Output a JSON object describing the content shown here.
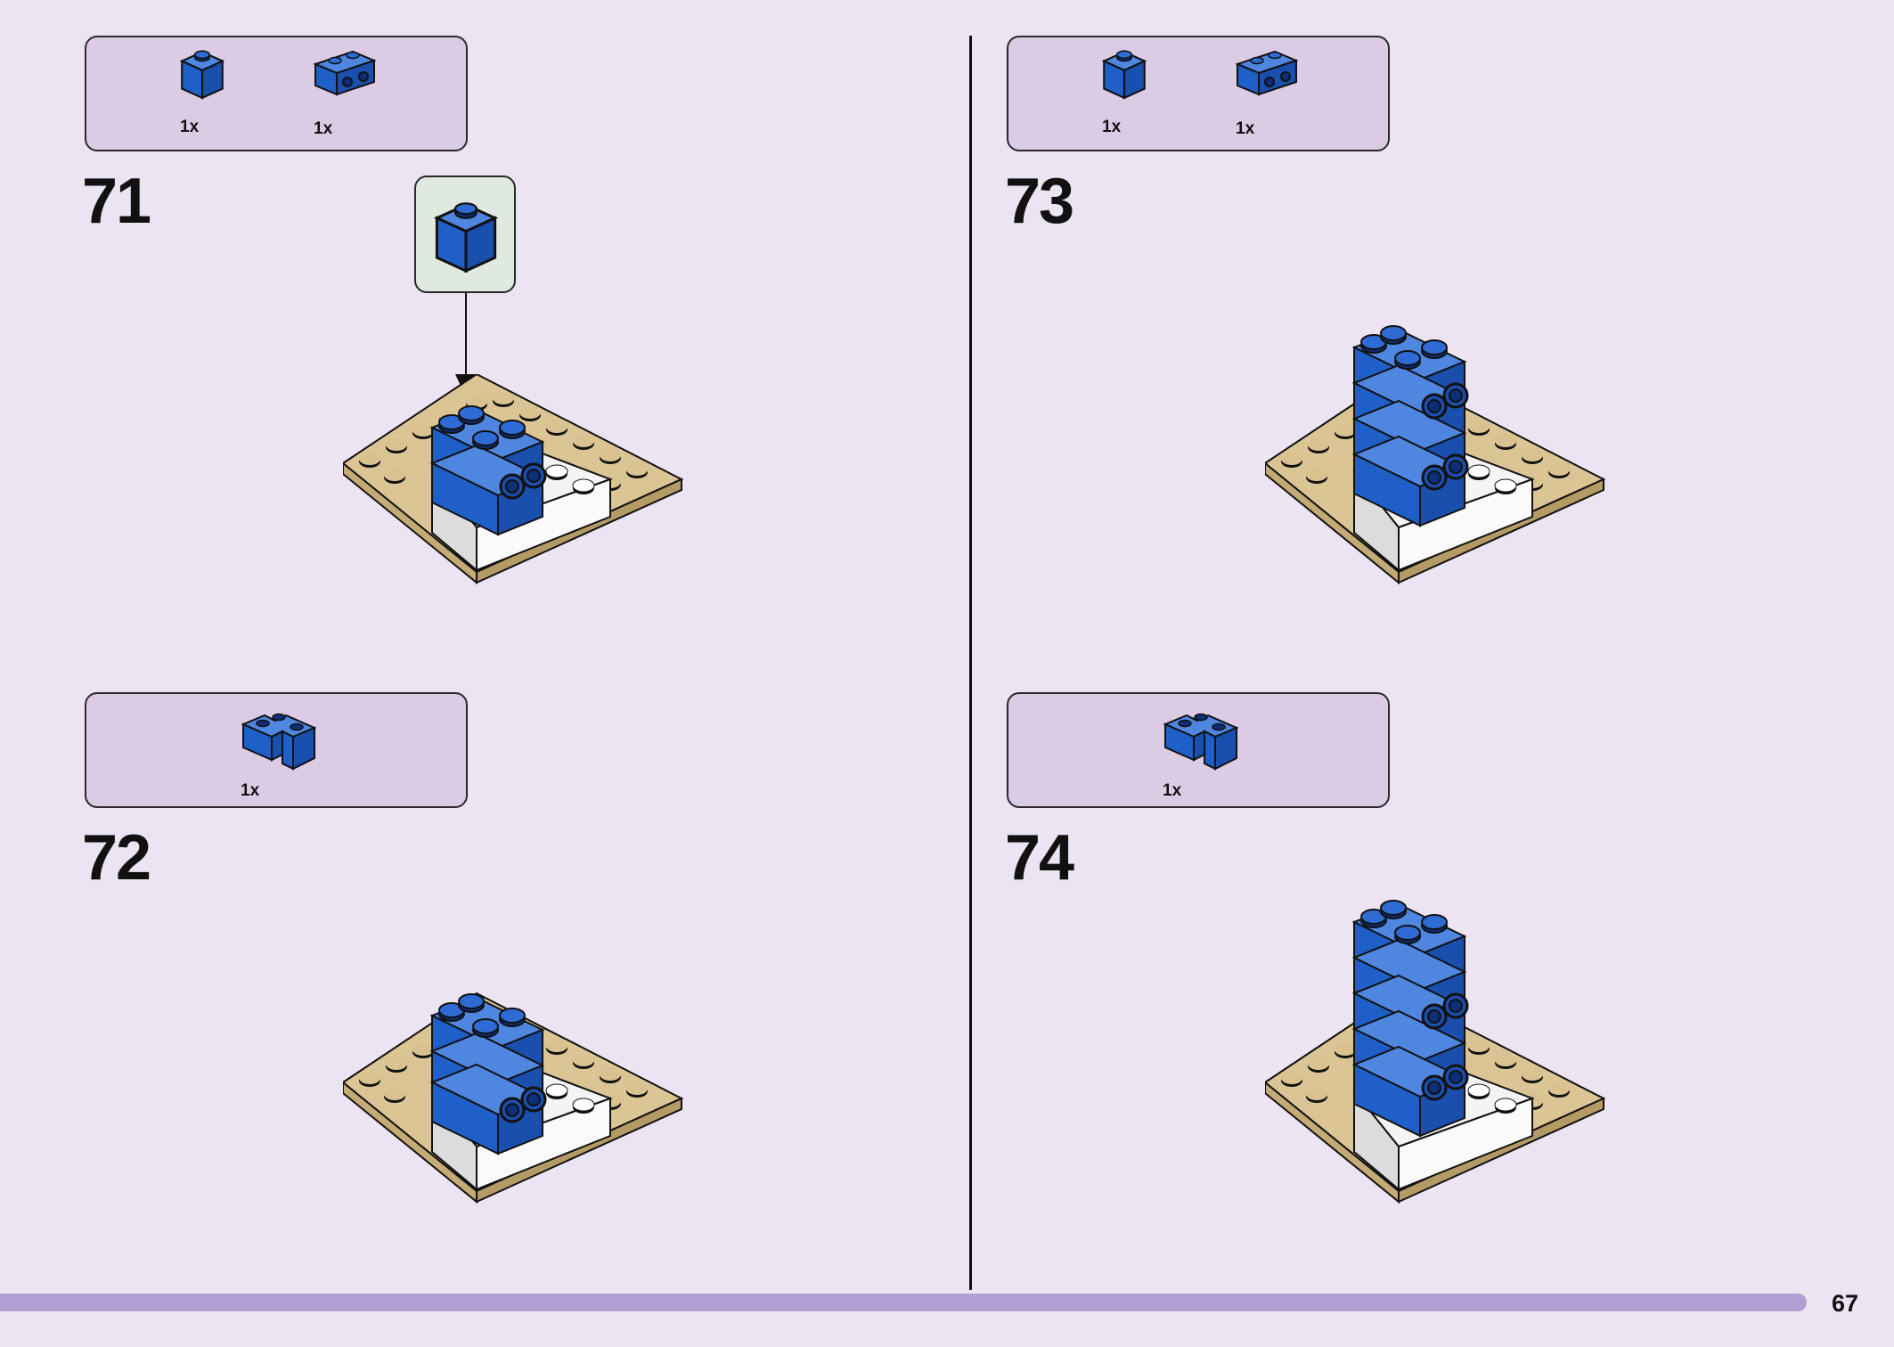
{
  "page": {
    "number": "67"
  },
  "steps": [
    {
      "number": "71",
      "parts": [
        {
          "qty": "1x",
          "icon": "brick-1x1-blue-icon"
        },
        {
          "qty": "1x",
          "icon": "brick-1x2-blue-icon"
        }
      ],
      "callout_icon": "brick-1x1-blue-icon"
    },
    {
      "number": "72",
      "parts": [
        {
          "qty": "1x",
          "icon": "brick-corner-blue-icon"
        }
      ]
    },
    {
      "number": "73",
      "parts": [
        {
          "qty": "1x",
          "icon": "brick-1x1-blue-icon"
        },
        {
          "qty": "1x",
          "icon": "brick-1x2-blue-icon"
        }
      ]
    },
    {
      "number": "74",
      "parts": [
        {
          "qty": "1x",
          "icon": "brick-corner-blue-icon"
        }
      ]
    }
  ],
  "colors": {
    "background": "#ede4f3",
    "parts_box": "#dccbe4",
    "callout": "#dfe9df",
    "blue": "#1f5fc8",
    "tan": "#d9c28f",
    "bar": "#b29ed1"
  }
}
